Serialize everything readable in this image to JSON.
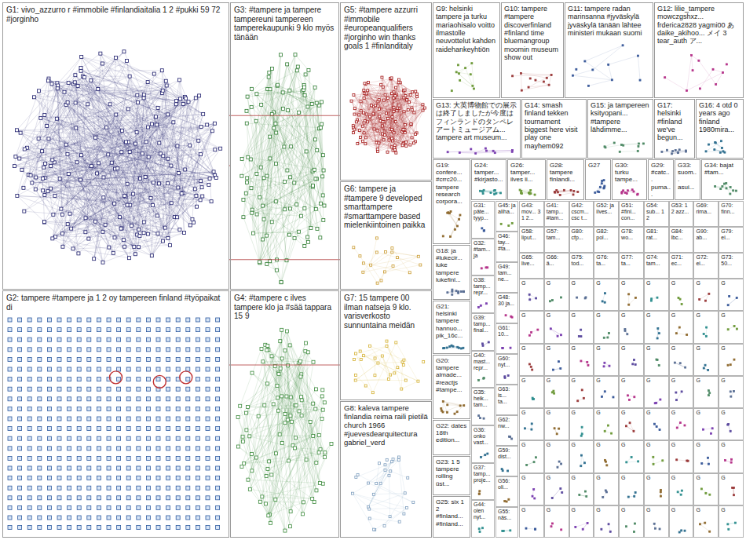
{
  "diagram": {
    "nodes": [
      {
        "text": [
          "G1: vivo_azzurro r #immobile #finlandiaitalia 1 2 #pukki 59 72 #jorginho"
        ]
      },
      {
        "text": [
          "G2: tampere #tampere ja 1 2 oy tampereen finland #työpaikat di"
        ]
      },
      {
        "text": [
          "G3: #tampere ja tampere tampereuni tampereen tamperekaupunki 9 klo myös tänään"
        ]
      },
      {
        "text": [
          "G4: #tampere c ilves tampere klo ja #sää tappara 15 9"
        ]
      },
      {
        "text": [
          "G5: #tampere azzurri #immobile #europeanqualifiers #jorginho win thanks goals 1 #finlanditaly"
        ]
      },
      {
        "text": [
          "G6: tampere ja #tampere 9 developed smarttampere #smarttampere based mielenkiintoinen paikka"
        ]
      },
      {
        "text": [
          "G7: 15 tampere 00 ilman natseja 9 klo. varisverkosto sunnuntaina meidän"
        ]
      },
      {
        "text": [
          "G8: kaleva tampere finlandia reima raili pietilä church 1966 #juevesdearquitectura gabriel_verd"
        ]
      },
      {
        "text": [
          "G9: helsinki tampere ja turku mariaohisalo voitto ilmastolle neuvottelut kahden raidehankeyhtiön"
        ]
      },
      {
        "text": [
          "G10: tampere #tampere discoverfinland #finland time bluemangroup moomin museum show out"
        ]
      },
      {
        "text": [
          "G11: tampere radan marinsanna #jyväskylä jyväskylä tänään lähtee ministeri mukaan suomi"
        ]
      },
      {
        "text": [
          "G12: lilie_tampere mowczgshxz... frderica2828 yagmi00 あ daike_akihoo... メイ 3 tear_auth ア..."
        ]
      },
      {
        "text": [
          "G13: 大英博物館での展示は終了しましたが今度はフィンランドのタンペレアートミュージアム... tampere art museum..."
        ]
      },
      {
        "text": [
          "G14: smash finland tekken tournament biggest here visit play one mayhem092"
        ]
      },
      {
        "text": [
          "G15: ja tampereen ksityopani... #tampere lähdimme..."
        ]
      },
      {
        "text": [
          "G17: helsinki #finland we've begun..."
        ]
      },
      {
        "text": [
          "G16: 4 otd 0 years ago finland 1980mira..."
        ]
      },
      {
        "text": [
          "G19: confere... #crrc20... tampere research corpora..."
        ]
      },
      {
        "text": [
          "G24: tamper... #kirjasto..."
        ]
      },
      {
        "text": [
          "G26: tamper... ilves ii..."
        ]
      },
      {
        "text": [
          "G28: tampere finlandi..."
        ]
      },
      {
        "text": [
          "G27"
        ]
      },
      {
        "text": [
          "G30: turku tampe..."
        ]
      },
      {
        "text": [
          "G29: #catc... purna..."
        ]
      },
      {
        "text": [
          "G33: suom... asui..."
        ]
      },
      {
        "text": [
          "G34: bajat #tam..."
        ]
      },
      {
        "text": [
          "G18: ja #lukecir... luke tampere lukefinl..."
        ]
      },
      {
        "text": [
          "G21: helsinki tampere hannuo... pik_16c..."
        ]
      },
      {
        "text": [
          "G20: tampere almade... #reactjs #tampe..."
        ]
      },
      {
        "text": [
          "G22: dates 18th edition..."
        ]
      },
      {
        "text": [
          "G23: 1 5 tampere rolling üst..."
        ]
      },
      {
        "text": [
          "G25: six 1 2 #finland... #finland..."
        ]
      },
      {
        "text": [
          "G31: päte... tyyp..."
        ]
      },
      {
        "text": [
          "G32: #tam... ja"
        ]
      },
      {
        "text": [
          "G38: tamp... repr..."
        ]
      },
      {
        "text": [
          "G39: tamp... final..."
        ]
      },
      {
        "text": [
          "G40: mast... repr..."
        ]
      },
      {
        "text": [
          "G35: heik... tam..."
        ]
      },
      {
        "text": [
          "G36: onko vast..."
        ]
      },
      {
        "text": [
          "G37: tamp... proje..."
        ]
      },
      {
        "text": [
          "G44: olen nyt..."
        ]
      },
      {
        "text": [
          "G45: ja aliha..."
        ]
      },
      {
        "text": [
          "G46: tay... #ta..."
        ]
      },
      {
        "text": [
          "G49: tam... ne..."
        ]
      },
      {
        "text": [
          "G48: 30 ja..."
        ]
      },
      {
        "text": [
          "G61: 10..."
        ]
      },
      {
        "text": [
          "G60: nyt..."
        ]
      },
      {
        "text": [
          "G63: is... ta..."
        ]
      },
      {
        "text": [
          "G62: nw..."
        ]
      },
      {
        "text": [
          "G59: dist..."
        ]
      },
      {
        "text": [
          "G56: oli..."
        ]
      },
      {
        "text": [
          "G55: näs..."
        ]
      },
      {
        "text": [
          "G43: mov... 3 1 2..."
        ]
      },
      {
        "text": [
          "G41: tamp... #tam..."
        ]
      },
      {
        "text": [
          "G42: cscm... csc t..."
        ]
      },
      {
        "text": [
          "G52: ja ilves..."
        ]
      },
      {
        "text": [
          "G51: #finl... con..."
        ]
      },
      {
        "text": [
          "G54: sub... 1 2"
        ]
      },
      {
        "text": [
          "G53: 1 2 azz..."
        ]
      },
      {
        "text": [
          "G69: rima..."
        ]
      },
      {
        "text": [
          "G70: finn..."
        ]
      },
      {
        "text": [
          "G58: liput..."
        ]
      },
      {
        "text": [
          "G57: tam..."
        ]
      },
      {
        "text": [
          "G80: cfp..."
        ]
      },
      {
        "text": [
          "G82: pol..."
        ]
      },
      {
        "text": [
          "G78: wo..."
        ]
      },
      {
        "text": [
          "G81: rat..."
        ]
      },
      {
        "text": [
          "G84: lbc..."
        ]
      },
      {
        "text": [
          "G90: ab..."
        ]
      },
      {
        "text": [
          "G79: ei..."
        ]
      },
      {
        "text": [
          "G65: live..."
        ]
      },
      {
        "text": [
          "G66: ä..."
        ]
      },
      {
        "text": [
          "G75: tod..."
        ]
      },
      {
        "text": [
          "G76: ta..."
        ]
      },
      {
        "text": [
          "G77: ta..."
        ]
      },
      {
        "text": [
          "G74: tam..."
        ]
      },
      {
        "text": [
          "G71: ec..."
        ]
      },
      {
        "text": [
          "G72: ei..."
        ]
      },
      {
        "text": [
          "G73: 50..."
        ]
      },
      {
        "text": [
          "G"
        ]
      },
      {
        "text": [
          "G"
        ]
      },
      {
        "text": [
          "G"
        ]
      },
      {
        "text": [
          "G"
        ]
      },
      {
        "text": [
          "G"
        ]
      },
      {
        "text": [
          "G"
        ]
      },
      {
        "text": [
          "G"
        ]
      },
      {
        "text": [
          "G"
        ]
      },
      {
        "text": [
          "G"
        ]
      },
      {
        "text": [
          "G"
        ]
      },
      {
        "text": [
          "G"
        ]
      },
      {
        "text": [
          "G"
        ]
      },
      {
        "text": [
          "G"
        ]
      },
      {
        "text": [
          "G"
        ]
      },
      {
        "text": [
          "G"
        ]
      },
      {
        "text": [
          "G"
        ]
      },
      {
        "text": [
          "G"
        ]
      },
      {
        "text": [
          "G"
        ]
      },
      {
        "text": [
          "G"
        ]
      },
      {
        "text": [
          "G"
        ]
      },
      {
        "text": [
          "G"
        ]
      },
      {
        "text": [
          "G"
        ]
      },
      {
        "text": [
          "G"
        ]
      },
      {
        "text": [
          "G"
        ]
      },
      {
        "text": [
          "G"
        ]
      },
      {
        "text": [
          "G"
        ]
      },
      {
        "text": [
          "G"
        ]
      },
      {
        "text": [
          "G"
        ]
      },
      {
        "text": [
          "G"
        ]
      },
      {
        "text": [
          "G"
        ]
      },
      {
        "text": [
          "G"
        ]
      },
      {
        "text": [
          "G"
        ]
      },
      {
        "text": [
          "G"
        ]
      },
      {
        "text": [
          "G"
        ]
      },
      {
        "text": [
          "G"
        ]
      },
      {
        "text": [
          "G"
        ]
      },
      {
        "text": [
          "G"
        ]
      },
      {
        "text": [
          "G"
        ]
      },
      {
        "text": [
          "G"
        ]
      },
      {
        "text": [
          "G"
        ]
      },
      {
        "text": [
          "G"
        ]
      },
      {
        "text": [
          "G"
        ]
      },
      {
        "text": [
          "G"
        ]
      },
      {
        "text": [
          "G"
        ]
      },
      {
        "text": [
          "G"
        ]
      },
      {
        "text": [
          "G"
        ]
      },
      {
        "text": [
          "G"
        ]
      },
      {
        "text": [
          "G"
        ]
      },
      {
        "text": [
          "G"
        ]
      },
      {
        "text": [
          "G"
        ]
      },
      {
        "text": [
          "G"
        ]
      },
      {
        "text": [
          "G"
        ]
      },
      {
        "text": [
          "G"
        ]
      },
      {
        "text": [
          "G"
        ]
      },
      {
        "text": [
          "G"
        ]
      },
      {
        "text": [
          "G"
        ]
      },
      {
        "text": [
          "G"
        ]
      },
      {
        "text": [
          "G"
        ]
      },
      {
        "text": [
          "G"
        ]
      },
      {
        "text": [
          "G"
        ]
      },
      {
        "text": [
          "G"
        ]
      },
      {
        "text": [
          "G"
        ]
      },
      {
        "text": [
          "G"
        ]
      },
      {
        "text": [
          "G"
        ]
      },
      {
        "text": [
          "G"
        ]
      },
      {
        "text": [
          "G"
        ]
      },
      {
        "text": [
          "G"
        ]
      },
      {
        "text": [
          "G"
        ]
      },
      {
        "text": [
          "G"
        ]
      },
      {
        "text": [
          "G"
        ]
      },
      {
        "text": [
          "G"
        ]
      },
      {
        "text": [
          "G"
        ]
      }
    ],
    "edges": [
      {
        "from": 0,
        "to": 2,
        "arrow": "none"
      },
      {
        "from": 0,
        "to": 4,
        "arrow": "none"
      },
      {
        "from": 0,
        "to": 5,
        "arrow": "none"
      },
      {
        "from": 1,
        "to": 6,
        "arrow": "none"
      }
    ]
  }
}
